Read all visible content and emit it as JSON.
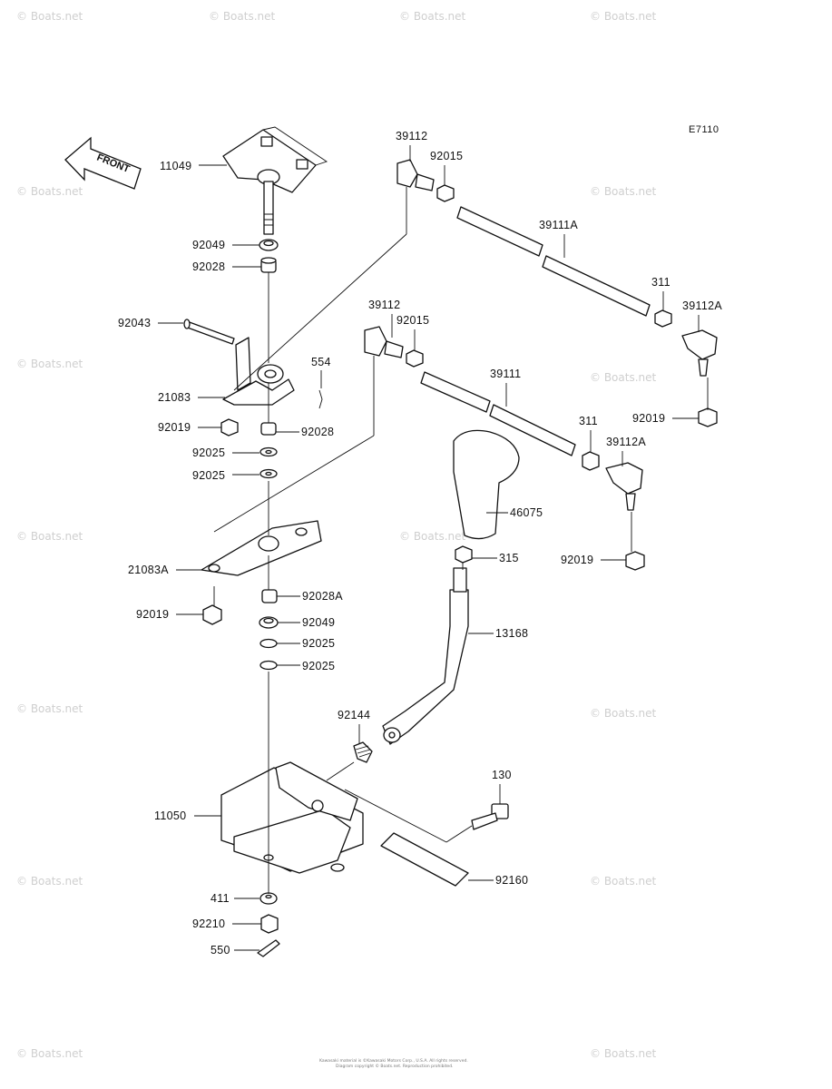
{
  "diagram_code": "E7110",
  "front_arrow": "FRONT",
  "watermark": "© Boats.net",
  "footer_line1": "Kawasaki material is ©Kawasaki Motors Corp., U.S.A. All rights reserved.",
  "footer_line2": "Diagram copyright © Boats.net. Reproduction prohibited.",
  "callouts": [
    {
      "id": "11049",
      "label": "11049"
    },
    {
      "id": "92049a",
      "label": "92049"
    },
    {
      "id": "92028a",
      "label": "92028"
    },
    {
      "id": "92043",
      "label": "92043"
    },
    {
      "id": "554",
      "label": "554"
    },
    {
      "id": "21083",
      "label": "21083"
    },
    {
      "id": "92019a",
      "label": "92019"
    },
    {
      "id": "92028b",
      "label": "92028"
    },
    {
      "id": "92025a",
      "label": "92025"
    },
    {
      "id": "92025b",
      "label": "92025"
    },
    {
      "id": "21083A",
      "label": "21083A"
    },
    {
      "id": "92019b",
      "label": "92019"
    },
    {
      "id": "92028A",
      "label": "92028A"
    },
    {
      "id": "92049b",
      "label": "92049"
    },
    {
      "id": "92025c",
      "label": "92025"
    },
    {
      "id": "92025d",
      "label": "92025"
    },
    {
      "id": "92144",
      "label": "92144"
    },
    {
      "id": "11050",
      "label": "11050"
    },
    {
      "id": "411",
      "label": "411"
    },
    {
      "id": "92210",
      "label": "92210"
    },
    {
      "id": "550",
      "label": "550"
    },
    {
      "id": "39112a",
      "label": "39112"
    },
    {
      "id": "92015a",
      "label": "92015"
    },
    {
      "id": "39111A",
      "label": "39111A"
    },
    {
      "id": "311a",
      "label": "311"
    },
    {
      "id": "39112Aa",
      "label": "39112A"
    },
    {
      "id": "92019c",
      "label": "92019"
    },
    {
      "id": "39112b",
      "label": "39112"
    },
    {
      "id": "92015b",
      "label": "92015"
    },
    {
      "id": "39111",
      "label": "39111"
    },
    {
      "id": "311b",
      "label": "311"
    },
    {
      "id": "39112Ab",
      "label": "39112A"
    },
    {
      "id": "46075",
      "label": "46075"
    },
    {
      "id": "315",
      "label": "315"
    },
    {
      "id": "92019d",
      "label": "92019"
    },
    {
      "id": "13168",
      "label": "13168"
    },
    {
      "id": "130",
      "label": "130"
    },
    {
      "id": "92160",
      "label": "92160"
    }
  ]
}
